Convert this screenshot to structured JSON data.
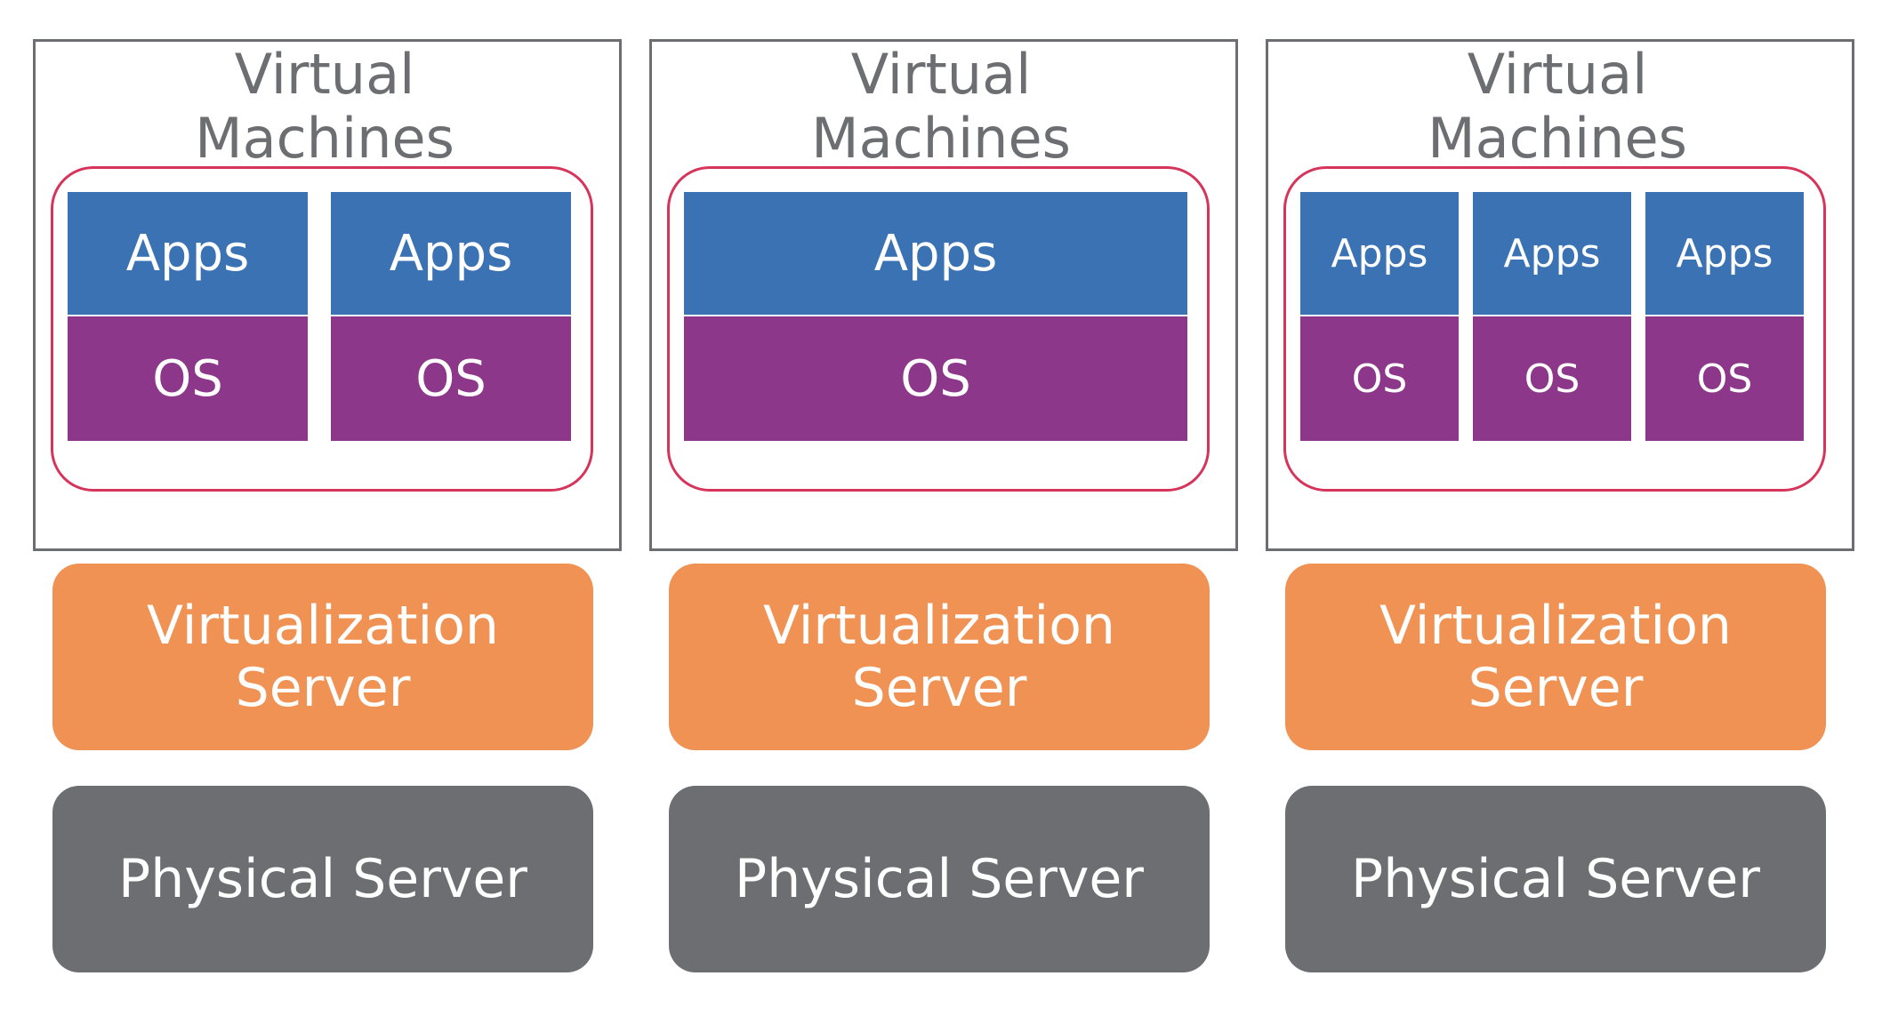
{
  "colors": {
    "frame_border": "#6d6e71",
    "vm_group_border": "#d6345a",
    "apps": "#3b72b3",
    "os": "#8d378a",
    "virtualization": "#ef9253",
    "physical": "#6d6e71"
  },
  "columns": [
    {
      "title": "Virtual\nMachines",
      "vms": [
        {
          "apps": "Apps",
          "os": "OS"
        },
        {
          "apps": "Apps",
          "os": "OS"
        }
      ],
      "virtualization": "Virtualization\nServer",
      "physical": "Physical Server"
    },
    {
      "title": "Virtual\nMachines",
      "vms": [
        {
          "apps": "Apps",
          "os": "OS"
        }
      ],
      "virtualization": "Virtualization\nServer",
      "physical": "Physical Server"
    },
    {
      "title": "Virtual\nMachines",
      "vms": [
        {
          "apps": "Apps",
          "os": "OS"
        },
        {
          "apps": "Apps",
          "os": "OS"
        },
        {
          "apps": "Apps",
          "os": "OS"
        }
      ],
      "virtualization": "Virtualization\nServer",
      "physical": "Physical Server"
    }
  ]
}
